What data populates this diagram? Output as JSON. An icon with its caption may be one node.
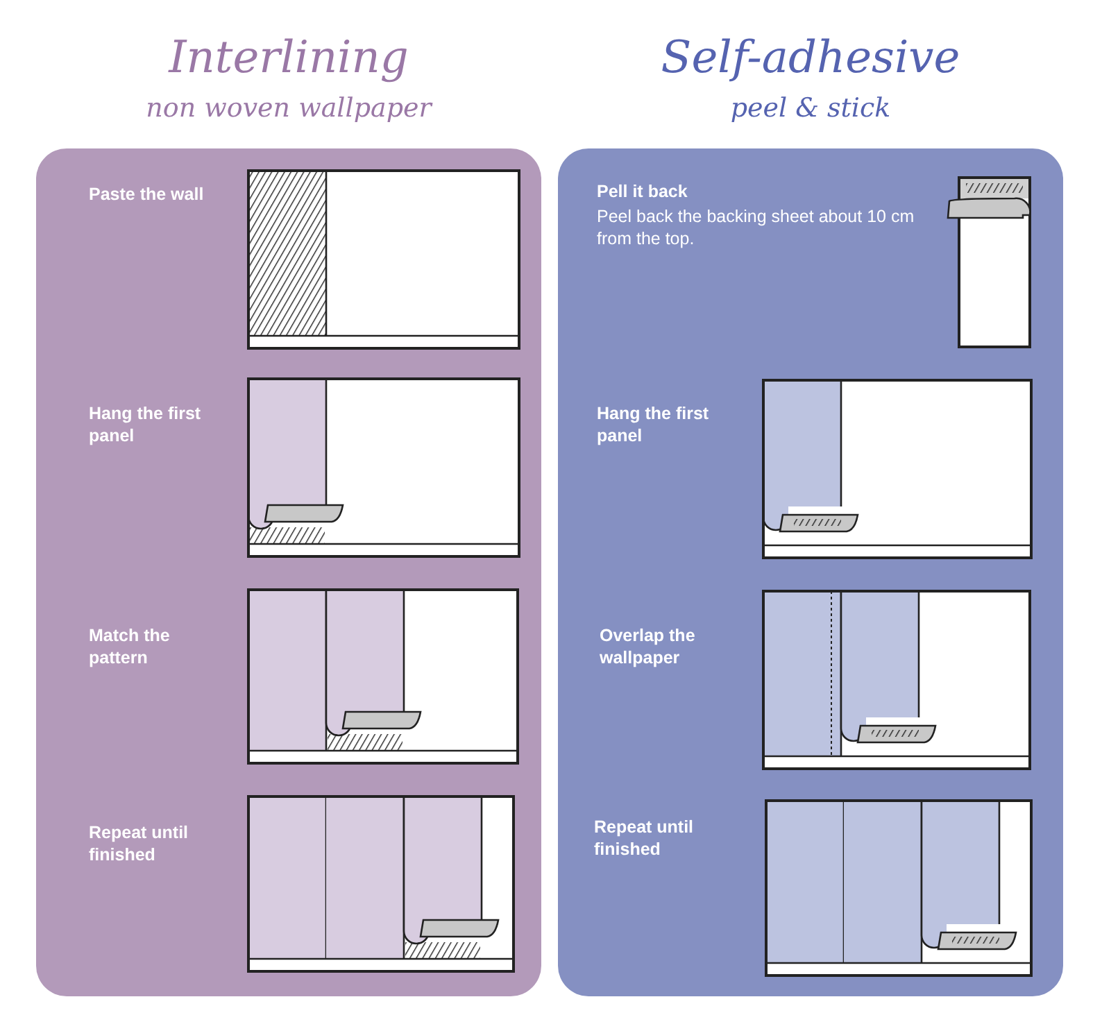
{
  "diagram": {
    "nodes": [
      {
        "text": [
          "Interlining",
          "non woven wallpaper"
        ]
      },
      {
        "text": [
          "Self-adhesive",
          "peel & stick"
        ]
      }
    ],
    "labels": [
      "Paste the wall",
      "Hang the first panel",
      "Match the pattern",
      "Repeat until finished",
      "Pell it back",
      "Peel back the backing sheet about 10 cm from the top.",
      "Hang the first panel",
      "Overlap the wallpaper",
      "Repeat until finished"
    ]
  }
}
